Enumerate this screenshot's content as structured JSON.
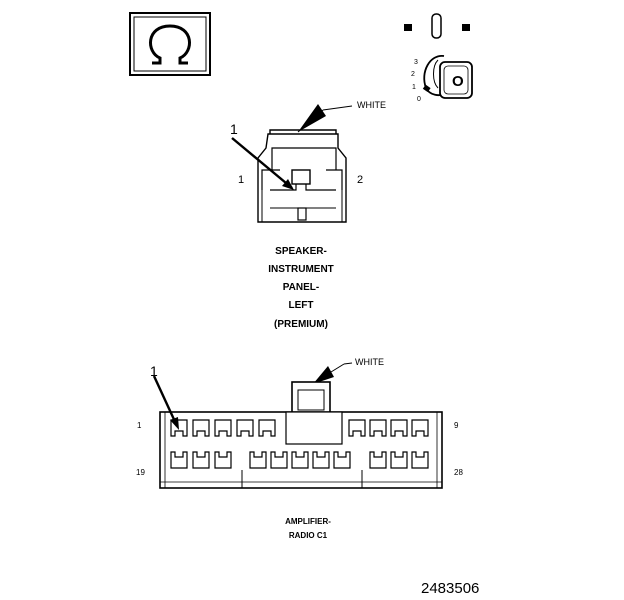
{
  "ohm_symbol": "Ω",
  "ignition": {
    "key_letter": "O",
    "positions": [
      "3",
      "2",
      "1",
      "0"
    ]
  },
  "speaker_connector": {
    "color_label": "WHITE",
    "callout": "1",
    "cavity_left": "1",
    "cavity_right": "2",
    "name_lines": [
      "SPEAKER-",
      "INSTRUMENT",
      "PANEL-",
      "LEFT",
      "(PREMIUM)"
    ]
  },
  "amplifier_connector": {
    "color_label": "WHITE",
    "callout": "1",
    "top_left": "1",
    "top_right": "9",
    "bottom_left": "19",
    "bottom_right": "28",
    "name_lines": [
      "AMPLIFIER-",
      "RADIO C1"
    ]
  },
  "figure_number": "2483506"
}
